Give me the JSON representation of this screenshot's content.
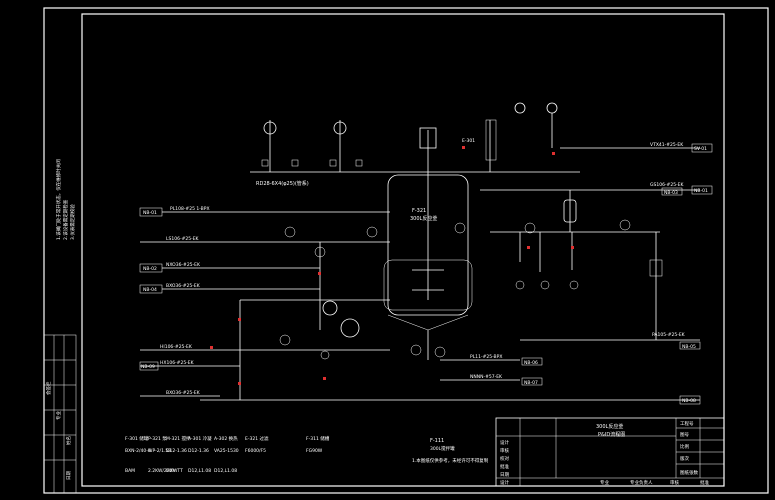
{
  "notes": {
    "line1": "1.该阀门处于常开状态，仅在维修时关闭",
    "line2": "2.该设备需定期检查",
    "line3": "3.仪表需定期校验"
  },
  "equipment": {
    "reactor_tag": "F-321",
    "reactor_desc": "300L反应釜",
    "rd_label": "RD28-6X4(φ25)(管系)",
    "top_left_tag": "E-301"
  },
  "lines": {
    "l1": "PL108-#25 1-BPX",
    "l2": "LS106-#25-EK",
    "l3": "NXO36-#25-EK",
    "l4": "BXO36-#25-EK",
    "l5": "HI106-#25-EK",
    "l6": "HX106-#25-EK",
    "l7": "BXO36-#25-EK",
    "l8": "VTX41-#25-EK",
    "l9": "GS106-#25-EK",
    "l10": "PA105-#25-EK",
    "l11": "PL11-#25-BPX",
    "l12": "NNNN-#57-EK",
    "r1": "SV-01",
    "r2": "NB-01"
  },
  "boxes": {
    "nb01": "NB-01",
    "nb02": "NB-02",
    "nb03": "NB-03",
    "nb04": "NB-04",
    "nb05": "NB-05",
    "nb06": "NB-06",
    "nb07": "NB-07",
    "nb08": "NB-08",
    "nb09": "NB-09"
  },
  "legend": {
    "items": [
      "F-301 储罐",
      "P-321 泵",
      "M-321 搅拌",
      "A-301 冷凝",
      "A-302 换热",
      "E-321 过滤",
      "F-311 储槽"
    ],
    "specs": [
      "BXN-2/40-A",
      "WP-2/1.5B",
      "D12-1.36",
      "D12-1.36",
      "VA25-1530",
      "F6000/F5",
      "FG90W"
    ],
    "row2": [
      "BAM",
      "2.2KW/220V",
      "MXWTT",
      "D12,L1.08",
      "D12,L1.08"
    ]
  },
  "bottom_center": {
    "tag": "F-111",
    "desc": "300L搅拌罐",
    "note": "1.本图纸仅供参考，未经许可不得复制"
  },
  "title_block": {
    "project": "300L反应釜",
    "drawing": "P&ID流程图",
    "rows_left": [
      "设计",
      "审核",
      "校对",
      "批准",
      "日期"
    ],
    "rows_right": [
      "工程号",
      "图号",
      "比例",
      "版次",
      "图纸张数"
    ],
    "bottom_row": [
      "设计",
      "专业",
      "专业负责人",
      "审核",
      "批准"
    ]
  },
  "left_strip": {
    "items": [
      "会签栏",
      "专业",
      "姓名",
      "日期"
    ]
  }
}
